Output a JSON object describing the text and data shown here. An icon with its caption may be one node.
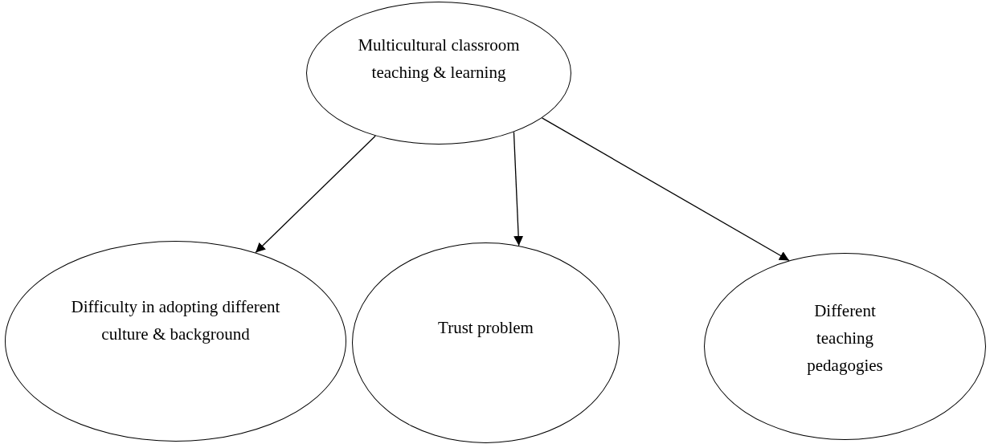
{
  "diagram": {
    "nodes": [
      {
        "text": [
          "Multicultural classroom teaching & learning"
        ]
      },
      {
        "text": [
          "Difficulty in adopting different culture & background"
        ]
      },
      {
        "text": [
          "Trust problem"
        ]
      },
      {
        "text": [
          "Different teaching pedagogies"
        ]
      }
    ],
    "edges": [
      {
        "from": 0,
        "to": 1,
        "arrow": "to"
      },
      {
        "from": 0,
        "to": 2,
        "arrow": "to"
      },
      {
        "from": 0,
        "to": 3,
        "arrow": "to"
      }
    ]
  }
}
